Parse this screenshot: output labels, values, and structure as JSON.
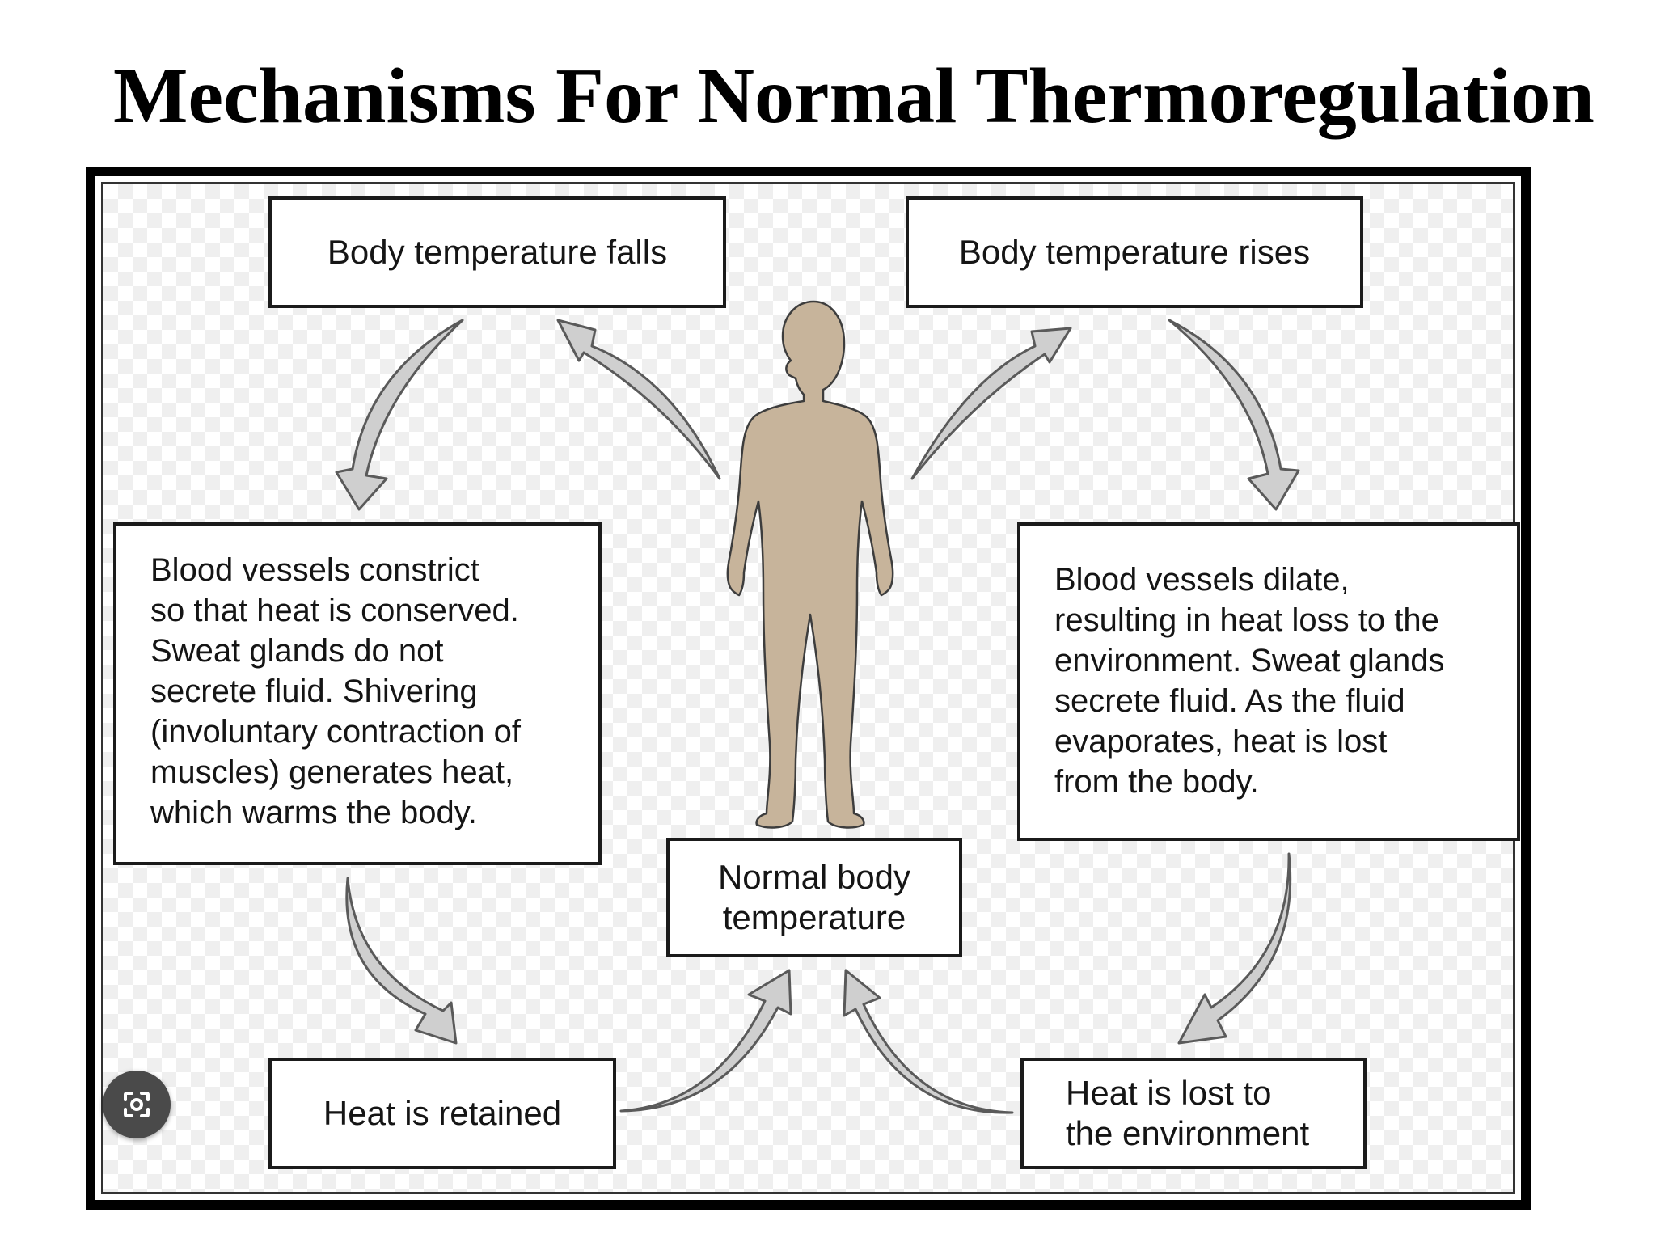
{
  "title": "Mechanisms For Normal Thermoregulation",
  "boxes": {
    "falls": "Body temperature falls",
    "rises": "Body temperature rises",
    "cold_response": "Blood vessels constrict\nso that heat is conserved.\nSweat glands do not\nsecrete fluid. Shivering\n(involuntary contraction of\nmuscles) generates heat,\nwhich warms the body.",
    "hot_response": "Blood vessels dilate,\nresulting in heat loss to the\nenvironment. Sweat glands\nsecrete fluid. As the fluid\nevaporates, heat is lost\nfrom the body.",
    "normal": "Normal body\ntemperature",
    "retained": "Heat is retained",
    "lost": "Heat is lost to\nthe environment"
  },
  "icons": {
    "figure": "human-body-silhouette",
    "lens": "visual-search-lens-icon"
  },
  "colors": {
    "arrow_fill": "#cfcfcf",
    "arrow_stroke": "#5a5a5a",
    "body_fill": "#c7b49b",
    "lens_bg": "#4a4a4a"
  }
}
